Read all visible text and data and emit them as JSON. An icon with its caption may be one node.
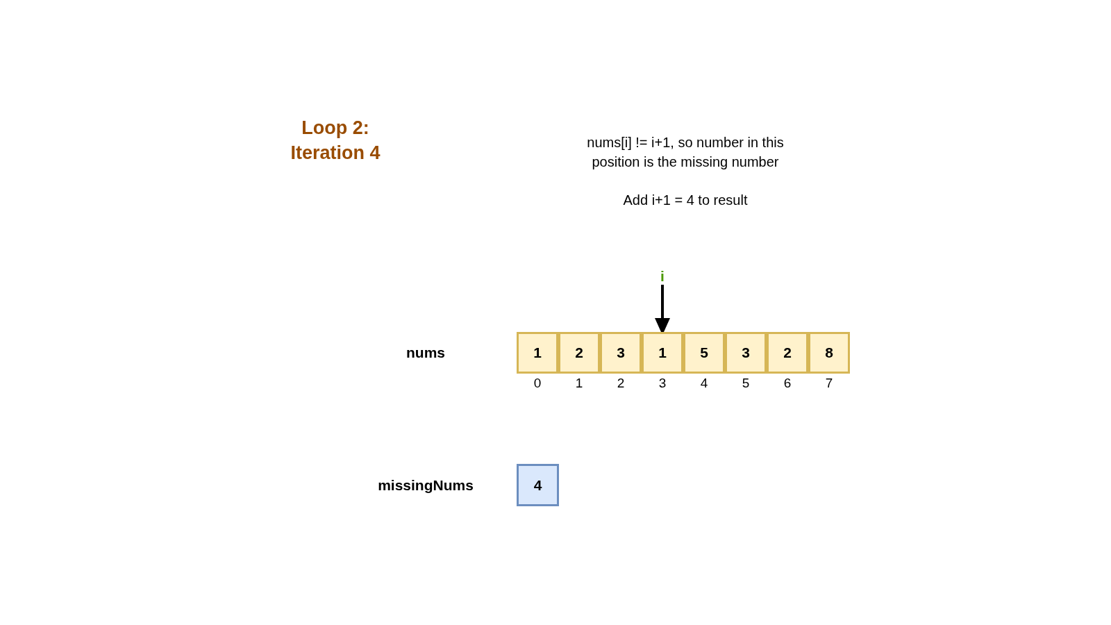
{
  "diagram": {
    "title": "Loop 2: Iteration 4",
    "nodes": [
      {
        "text": [
          "i"
        ]
      },
      {
        "text": [
          "1"
        ],
        "beside": [
          "0"
        ]
      },
      {
        "text": [
          "2"
        ],
        "beside": [
          "1"
        ]
      },
      {
        "text": [
          "3"
        ],
        "beside": [
          "2"
        ]
      },
      {
        "text": [
          "1"
        ],
        "beside": [
          "3"
        ]
      },
      {
        "text": [
          "5"
        ],
        "beside": [
          "4"
        ]
      },
      {
        "text": [
          "3"
        ],
        "beside": [
          "5"
        ]
      },
      {
        "text": [
          "2"
        ],
        "beside": [
          "6"
        ]
      },
      {
        "text": [
          "8"
        ],
        "beside": [
          "7"
        ]
      },
      {
        "text": [
          "4"
        ]
      }
    ],
    "edges": [
      {
        "from": 0,
        "to": 4,
        "arrow": "to"
      }
    ],
    "labels": [
      "nums[i] != i+1, so number in this position is the missing number",
      "Add i+1 = 4 to result",
      "nums",
      "missingNums"
    ]
  }
}
